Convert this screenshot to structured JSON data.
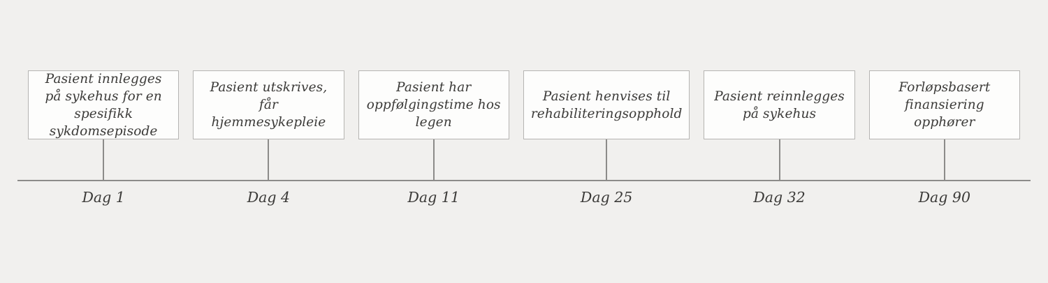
{
  "page": {
    "background_color": "#f1f0ee",
    "box_fill_color": "#fdfdfc",
    "box_border_color": "#b5b4b2",
    "line_color": "#8c8b89",
    "text_color": "#3b3a38"
  },
  "timeline": {
    "type": "horizontal-timeline",
    "events": [
      {
        "label": "Pasient innlegges på sykehus for en spesifikk sykdomsepisode",
        "day": "Dag 1"
      },
      {
        "label": "Pasient utskrives, får hjemmesykepleie",
        "day": "Dag 4"
      },
      {
        "label": "Pasient har oppfølgingstime hos legen",
        "day": "Dag 11"
      },
      {
        "label": "Pasient henvises til rehabiliteringsopphold",
        "day": "Dag 25"
      },
      {
        "label": "Pasient reinnlegges på sykehus",
        "day": "Dag 32"
      },
      {
        "label": "Forløpsbasert finansiering opphører",
        "day": "Dag 90"
      }
    ]
  }
}
